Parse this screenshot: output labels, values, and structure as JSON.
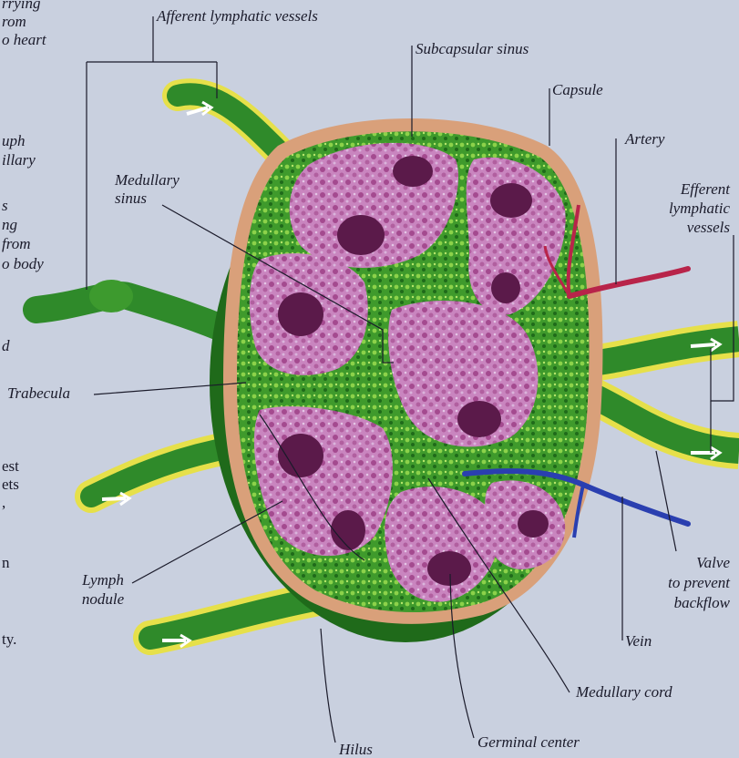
{
  "labels": {
    "afferent": "Afferent lymphatic vessels",
    "subcapsular": "Subcapsular sinus",
    "capsule": "Capsule",
    "artery": "Artery",
    "medullary_sinus_1": "Medullary",
    "medullary_sinus_2": "sinus",
    "efferent_1": "Efferent",
    "efferent_2": "lymphatic",
    "efferent_3": "vessels",
    "trabecula": "Trabecula",
    "lymph_nodule_1": "Lymph",
    "lymph_nodule_2": "nodule",
    "valve_1": "Valve",
    "valve_2": "to prevent",
    "valve_3": "backflow",
    "vein": "Vein",
    "medullary_cord": "Medullary cord",
    "germinal_center": "Germinal center",
    "hilus": "Hilus"
  },
  "margin_text": {
    "f1": "rrying",
    "f2": "rom",
    "f3": "o heart",
    "f4": "uph",
    "f5": "illary",
    "f6": "s",
    "f7": "ng",
    "f8": "from",
    "f9": "o body",
    "f10": "d",
    "f11": "est",
    "f12": "ets",
    "f13": ",",
    "f14": "n",
    "f15": "ty."
  },
  "colors": {
    "background": "#c9d0df",
    "vessel_green": "#2f8a2a",
    "vessel_yellow": "#e6e04a",
    "capsule": "#d9a07a",
    "nodule_purple": "#b5589c",
    "germinal_center": "#5b1a4a",
    "artery": "#b8244a",
    "vein": "#2a3fb0"
  }
}
